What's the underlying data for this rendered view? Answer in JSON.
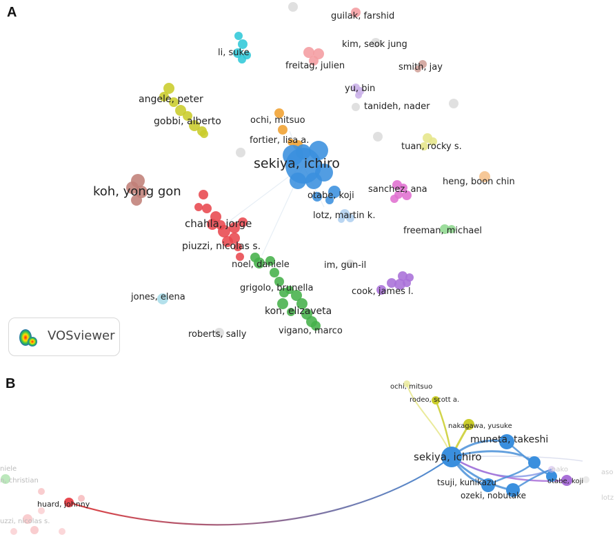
{
  "panels": {
    "a_label": "A",
    "b_label": "B"
  },
  "brand": {
    "name": "VOSviewer"
  },
  "colors": {
    "blue": "#3a8fde",
    "red": "#e8484f",
    "green": "#46b04a",
    "yellow": "#c9cc2a",
    "cyan": "#30c8d8",
    "pink": "#f49ca0",
    "brown": "#c08078",
    "orange": "#f0a030",
    "purple": "#a970d8",
    "lilac": "#c9b0e8",
    "magenta": "#e070d0",
    "grey": "#dcdcdc",
    "paleblue": "#b0d0f0",
    "lightcyan": "#a8dce8",
    "lightgreen": "#8fd890",
    "paleyellow": "#e6e68a",
    "tan": "#f5c08a",
    "rosebrown": "#d0a098"
  },
  "network_a": {
    "labels": [
      {
        "name": "guilak, farshid"
      },
      {
        "name": "kim, seok jung"
      },
      {
        "name": "li, suke"
      },
      {
        "name": "freitag, julien"
      },
      {
        "name": "smith, jay"
      },
      {
        "name": "angele, peter"
      },
      {
        "name": "yu, bin"
      },
      {
        "name": "tanideh, nader"
      },
      {
        "name": "gobbi, alberto"
      },
      {
        "name": "ochi, mitsuo"
      },
      {
        "name": "fortier, lisa a."
      },
      {
        "name": "tuan, rocky s."
      },
      {
        "name": "sekiya, ichiro"
      },
      {
        "name": "heng, boon chin"
      },
      {
        "name": "koh, yong gon"
      },
      {
        "name": "sanchez, ana"
      },
      {
        "name": "otabe, koji"
      },
      {
        "name": "chahla, jorge"
      },
      {
        "name": "lotz, martin k."
      },
      {
        "name": "freeman, michael"
      },
      {
        "name": "piuzzi, nicolas s."
      },
      {
        "name": "noel, daniele"
      },
      {
        "name": "im, gun-il"
      },
      {
        "name": "grigolo, brunella"
      },
      {
        "name": "cook, james l."
      },
      {
        "name": "jones, elena"
      },
      {
        "name": "kon, elizaveta"
      },
      {
        "name": "vigano, marco"
      },
      {
        "name": "roberts, sally"
      }
    ]
  },
  "network_b": {
    "labels": [
      {
        "name": "ochi, mitsuo"
      },
      {
        "name": "rodeo, scott a."
      },
      {
        "name": "nakagawa, yusuke"
      },
      {
        "name": "muneta, takeshi"
      },
      {
        "name": "sekiya, ichiro"
      },
      {
        "name": "otabe, koji"
      },
      {
        "name": "tsuji, kunikazu"
      },
      {
        "name": "ozeki, nobutake"
      },
      {
        "name": "huard, johnny"
      },
      {
        "name": "niele"
      },
      {
        "name": "n, christian"
      },
      {
        "name": "uzzi, nicolas s."
      },
      {
        "name": "aso"
      },
      {
        "name": "lotz"
      },
      {
        "name": "nako"
      }
    ]
  }
}
